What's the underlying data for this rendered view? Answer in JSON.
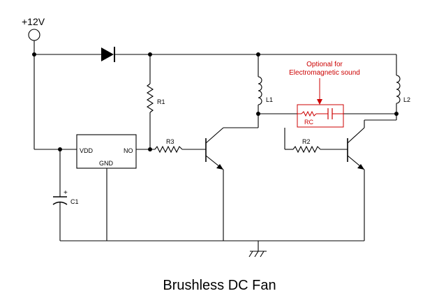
{
  "labels": {
    "supply": "+12V",
    "r1": "R1",
    "r2": "R2",
    "r3": "R3",
    "l1": "L1",
    "l2": "L2",
    "c1": "C1",
    "c1_plus": "+",
    "rc": "RC",
    "ic_vdd": "VDD",
    "ic_no": "NO",
    "ic_gnd": "GND",
    "note_line1": "Optional for",
    "note_line2": "Electromagnetic sound"
  },
  "caption": "Brushless DC Fan",
  "colors": {
    "wire": "#000000",
    "optional": "#cc0000",
    "background": "#ffffff"
  }
}
